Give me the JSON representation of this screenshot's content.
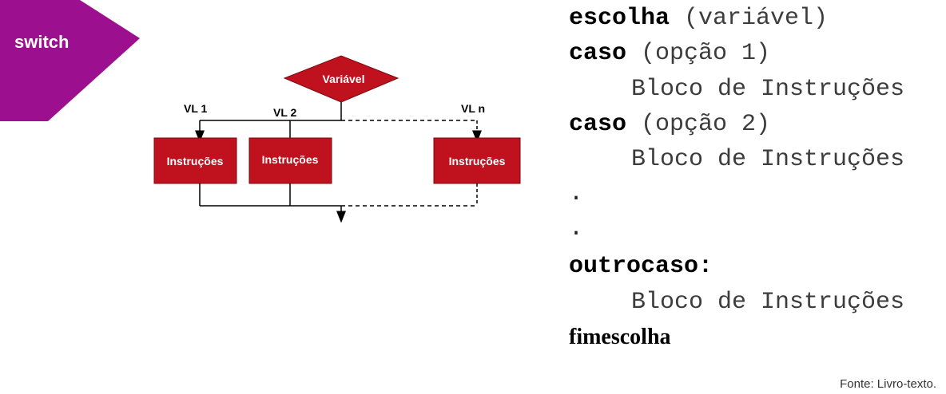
{
  "banner": {
    "label": "switch"
  },
  "colors": {
    "banner": "#9c0f8f",
    "box_fill": "#c0121e",
    "box_stroke": "#7a0a10",
    "line": "#000000"
  },
  "flowchart": {
    "decision_label": "Variável",
    "branch_labels": [
      "VL 1",
      "VL 2",
      "VL n"
    ],
    "box_labels": [
      "Instruções",
      "Instruções",
      "Instruções"
    ]
  },
  "code": {
    "line1_kw": "escolha",
    "line1_rest": " (variável)",
    "line2_kw": "caso",
    "line2_rest": " (opção 1)",
    "line3": "Bloco de Instruções",
    "line4_kw": "caso",
    "line4_rest": " (opção 2)",
    "line5": "Bloco de Instruções",
    "dot1": ".",
    "dot2": ".",
    "line6_kw": "outrocaso:",
    "line7": "Bloco de Instruções",
    "line8_kw": "fimescolha"
  },
  "source": "Fonte: Livro-texto."
}
